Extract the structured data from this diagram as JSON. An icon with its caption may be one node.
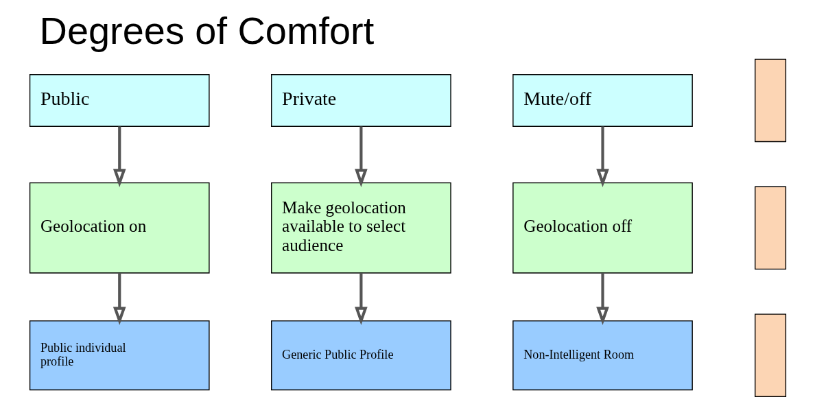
{
  "diagram": {
    "title": "Degrees of Comfort",
    "nodes": [
      {
        "text": [
          "Public"
        ]
      },
      {
        "text": [
          "Private"
        ]
      },
      {
        "text": [
          "Mute/off"
        ]
      },
      {
        "text": [],
        "shape": "box"
      },
      {
        "text": [
          "Geolocation on"
        ]
      },
      {
        "text": [
          "Make geolocation available to select audience"
        ]
      },
      {
        "text": [
          "Geolocation off"
        ]
      },
      {
        "text": [],
        "shape": "box"
      },
      {
        "text": [
          "Public individual profile"
        ]
      },
      {
        "text": [
          "Generic Public Profile"
        ]
      },
      {
        "text": [
          "Non-Intelligent Room"
        ]
      },
      {
        "text": [],
        "shape": "box"
      }
    ],
    "edges": [
      {
        "from": 0,
        "to": 4,
        "arrow": "to"
      },
      {
        "from": 1,
        "to": 5,
        "arrow": "to"
      },
      {
        "from": 2,
        "to": 6,
        "arrow": "to"
      },
      {
        "from": 4,
        "to": 8,
        "arrow": "to"
      },
      {
        "from": 5,
        "to": 9,
        "arrow": "to"
      },
      {
        "from": 6,
        "to": 10,
        "arrow": "to"
      }
    ]
  }
}
